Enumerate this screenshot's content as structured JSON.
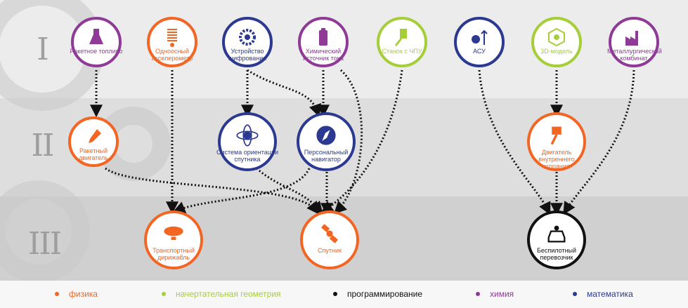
{
  "colors": {
    "physics": "#f26522",
    "geometry": "#a6ce39",
    "programming": "#111111",
    "chemistry": "#8e3a96",
    "math": "#2b3990"
  },
  "levels": [
    "I",
    "II",
    "III"
  ],
  "nodes": {
    "rocket_fuel": "Ракетное топливо",
    "accelerometer": "Одноосный акселерометр",
    "cipher": "Устройство шифрования",
    "battery": "Химический источник тока",
    "cnc": "Станок с ЧПУ",
    "asu": "АСУ",
    "model3d": "3D-модель",
    "metallurgy": "Металлургический комбинат",
    "rocket_engine": "Ракетный двигатель",
    "orientation": "Система ориентации спутника",
    "navigator": "Персональный навигатор",
    "ice_engine": "Двигатель внутреннего сгорания",
    "airship": "Транспортный дирижабль",
    "satellite": "Спутник",
    "driverless": "Беспилотный перевозчик"
  },
  "legend": {
    "physics": "физика",
    "geometry": "начертательная геометрия",
    "programming": "программирование",
    "chemistry": "химия",
    "math": "математика"
  }
}
